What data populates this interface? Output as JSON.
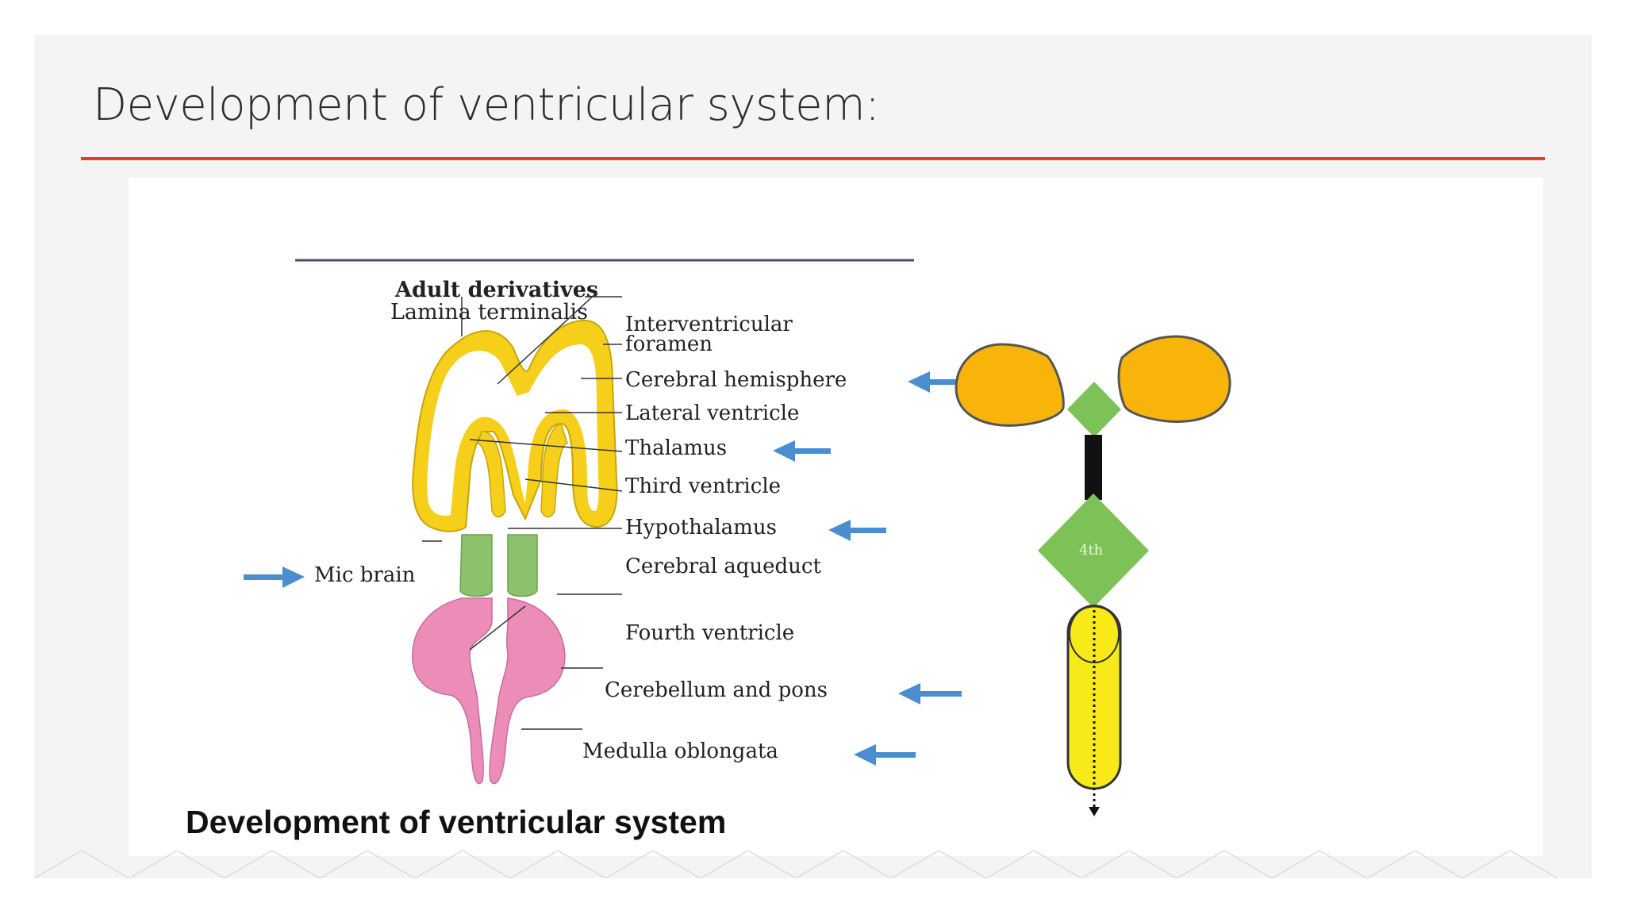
{
  "slide": {
    "title": "Development of ventricular system:"
  },
  "diagram": {
    "header": "Adult derivatives",
    "top_label": "Lamina terminalis",
    "left_label": "Mic brain",
    "right_labels": [
      {
        "line1": "Interventricular",
        "line2": "foramen",
        "arrow": false
      },
      {
        "line1": "Cerebral hemisphere",
        "arrow": true
      },
      {
        "line1": "Lateral ventricle",
        "arrow": false
      },
      {
        "line1": "Thalamus",
        "arrow": true
      },
      {
        "line1": "Third ventricle",
        "arrow": false
      },
      {
        "line1": "Hypothalamus",
        "arrow": true
      },
      {
        "line1": "Cerebral aqueduct",
        "arrow": false
      },
      {
        "line1": "Fourth ventricle",
        "arrow": false
      },
      {
        "line1": "Cerebellum and pons",
        "arrow": true
      },
      {
        "line1": "Medulla oblongata",
        "arrow": true
      }
    ],
    "caption": "Development of ventricular system",
    "schematic_label": "4th"
  },
  "colors": {
    "accent_rule": "#d8452b",
    "forebrain_yellow": "#f5cf1a",
    "midbrain_green": "#8cc26b",
    "hindbrain_pink": "#ec8cb9",
    "arrow_blue": "#4a8ed0",
    "lobe_orange": "#f9b40b",
    "diamond_green": "#7dc256",
    "canal_yellow": "#f8ea18"
  }
}
